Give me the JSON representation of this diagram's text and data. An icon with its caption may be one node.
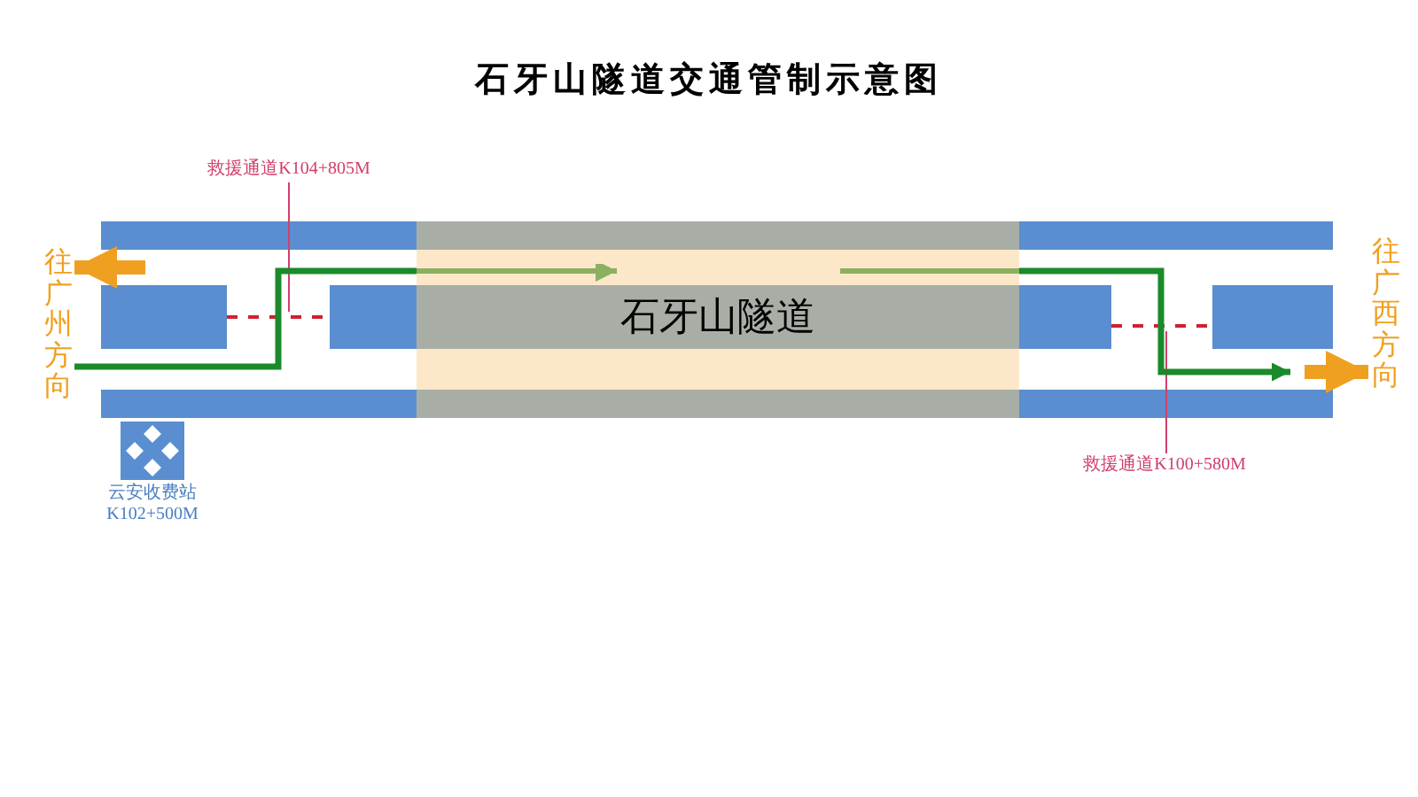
{
  "diagram": {
    "title": "石牙山隧道交通管制示意图",
    "nodes": [
      {
        "text": [
          "往广州方向"
        ]
      },
      {
        "text": [
          "往广西方向"
        ]
      },
      {
        "text": [
          "石牙山隧道"
        ]
      },
      {
        "text": [
          "救援通道K104+805M"
        ]
      },
      {
        "text": [],
        "shape": "bar"
      },
      {
        "text": [
          "救援通道K100+580M"
        ]
      },
      {
        "text": [],
        "shape": "bar"
      },
      {
        "text": [
          "云安收费站",
          "K102+500M"
        ]
      }
    ],
    "edges": [
      {
        "from": null,
        "to": 0,
        "arrow": "to",
        "style": "thick",
        "color": "#f0a020"
      },
      {
        "from": null,
        "to": 1,
        "arrow": "to",
        "style": "thick",
        "color": "#f0a020"
      },
      {
        "from": 3,
        "to": 4,
        "arrow": "none",
        "color": "#d0406a"
      },
      {
        "from": 5,
        "to": 6,
        "arrow": "none",
        "color": "#d0406a"
      },
      {
        "from": 0,
        "to": 2,
        "arrow": "none",
        "color": "#1a8a2a"
      },
      {
        "from": 2,
        "to": null,
        "arrow": "to",
        "color": "#1a8a2a"
      }
    ]
  }
}
